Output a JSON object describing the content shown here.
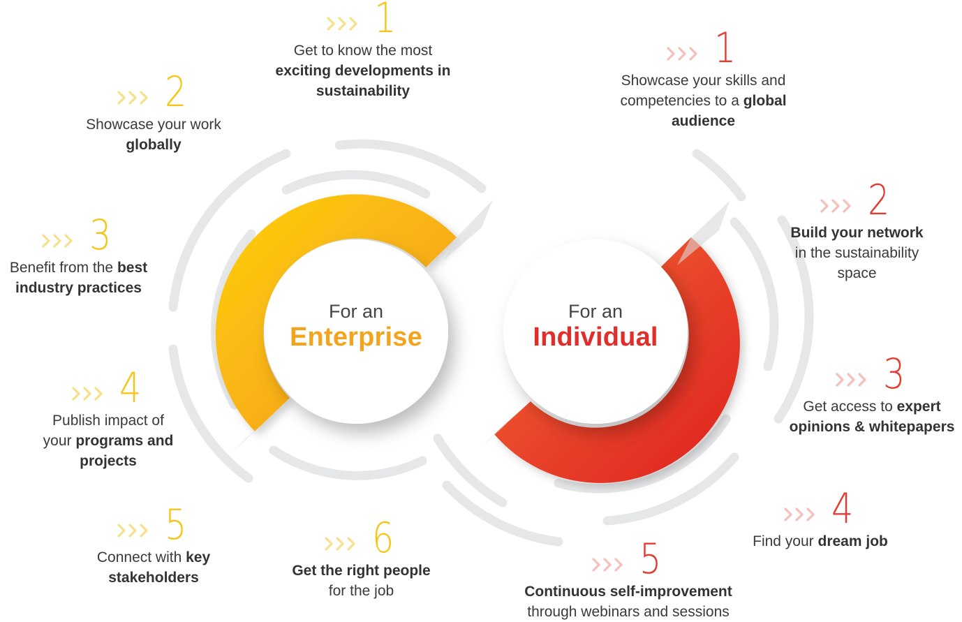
{
  "colors": {
    "yellow_light": "#fcd20e",
    "yellow_dark": "#f59a1e",
    "red_light": "#f06433",
    "red_dark": "#e1211f",
    "ring_grey": "#e6e7e8",
    "enterprise_text": "#f4a41c",
    "individual_text": "#e12e2a"
  },
  "enterprise": {
    "prefix": "For an",
    "title": "Enterprise",
    "items": [
      {
        "num": "1",
        "lines": [
          [
            {
              "t": "Get to know the most",
              "b": false
            }
          ],
          [
            {
              "t": "exciting developments in",
              "b": true
            }
          ],
          [
            {
              "t": "sustainability",
              "b": true
            }
          ]
        ]
      },
      {
        "num": "2",
        "lines": [
          [
            {
              "t": "Showcase your work",
              "b": false
            }
          ],
          [
            {
              "t": "globally",
              "b": true
            }
          ]
        ]
      },
      {
        "num": "3",
        "lines": [
          [
            {
              "t": "Benefit from the ",
              "b": false
            },
            {
              "t": "best",
              "b": true
            }
          ],
          [
            {
              "t": "industry practices",
              "b": true
            }
          ]
        ]
      },
      {
        "num": "4",
        "lines": [
          [
            {
              "t": "Publish impact of",
              "b": false
            }
          ],
          [
            {
              "t": "your ",
              "b": false
            },
            {
              "t": "programs and",
              "b": true
            }
          ],
          [
            {
              "t": "projects",
              "b": true
            }
          ]
        ]
      },
      {
        "num": "5",
        "lines": [
          [
            {
              "t": "Connect with ",
              "b": false
            },
            {
              "t": "key",
              "b": true
            }
          ],
          [
            {
              "t": "stakeholders",
              "b": true
            }
          ]
        ]
      },
      {
        "num": "6",
        "lines": [
          [
            {
              "t": "Get the right people",
              "b": true
            }
          ],
          [
            {
              "t": "for the job",
              "b": false
            }
          ]
        ]
      }
    ]
  },
  "individual": {
    "prefix": "For an",
    "title": "Individual",
    "items": [
      {
        "num": "1",
        "lines": [
          [
            {
              "t": "Showcase your skills and",
              "b": false
            }
          ],
          [
            {
              "t": "competencies to a ",
              "b": false
            },
            {
              "t": "global",
              "b": true
            }
          ],
          [
            {
              "t": "audience",
              "b": true
            }
          ]
        ]
      },
      {
        "num": "2",
        "lines": [
          [
            {
              "t": "Build your network",
              "b": true
            }
          ],
          [
            {
              "t": "in the sustainability",
              "b": false
            }
          ],
          [
            {
              "t": "space",
              "b": false
            }
          ]
        ]
      },
      {
        "num": "3",
        "lines": [
          [
            {
              "t": "Get access to ",
              "b": false
            },
            {
              "t": "expert",
              "b": true
            }
          ],
          [
            {
              "t": "opinions & whitepapers",
              "b": true
            }
          ]
        ]
      },
      {
        "num": "4",
        "lines": [
          [
            {
              "t": "Find your ",
              "b": false
            },
            {
              "t": "dream job",
              "b": true
            }
          ]
        ]
      },
      {
        "num": "5",
        "lines": [
          [
            {
              "t": "Continuous self-improvement",
              "b": true
            }
          ],
          [
            {
              "t": "through webinars and sessions",
              "b": false
            }
          ]
        ]
      }
    ]
  }
}
